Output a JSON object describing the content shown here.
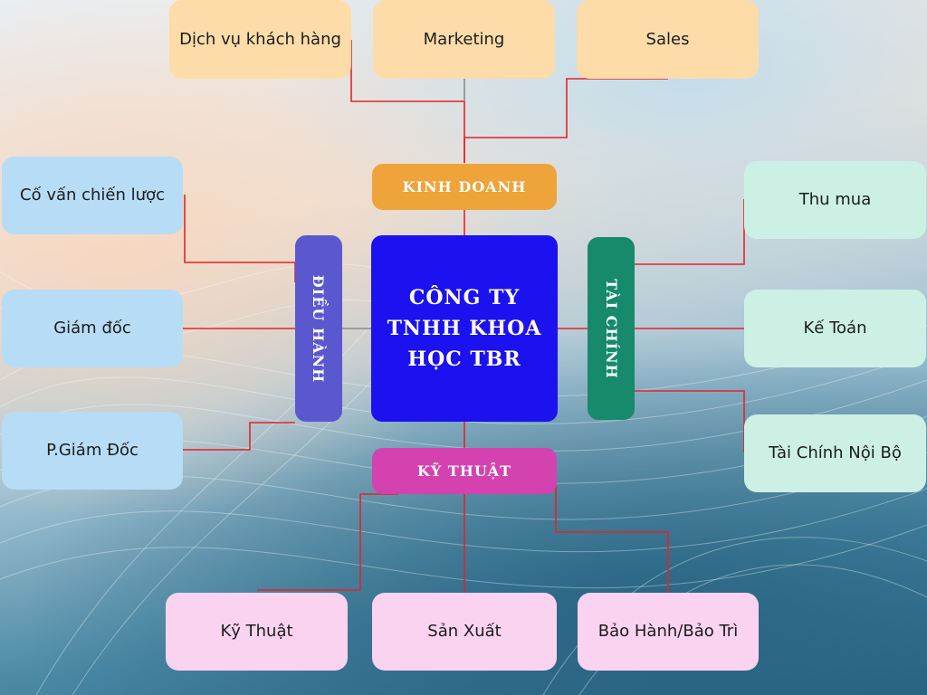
{
  "center": {
    "label": "CÔNG TY TNHH KHOA HỌC TBR",
    "color": "#1b12ef"
  },
  "branches": {
    "kinh_doanh": {
      "label": "KINH DOANH",
      "color": "#eea43a",
      "children": [
        "Dịch vụ khách hàng",
        "Marketing",
        "Sales"
      ]
    },
    "dieu_hanh": {
      "label": "ĐIỀU HÀNH",
      "color": "#5b58cf",
      "children": [
        "Cố vấn chiến lược",
        "Giám đốc",
        "P.Giám Đốc"
      ]
    },
    "tai_chinh": {
      "label": "TÀI CHÍNH",
      "color": "#168a6b",
      "children": [
        "Thu mua",
        "Kế Toán",
        "Tài Chính Nội Bộ"
      ]
    },
    "ky_thuat": {
      "label": "KỸ THUẬT",
      "color": "#d442b0",
      "children": [
        "Kỹ Thuật",
        "Sản Xuất",
        "Bảo Hành/Bảo Trì"
      ]
    }
  },
  "link_color": "#e3232b"
}
